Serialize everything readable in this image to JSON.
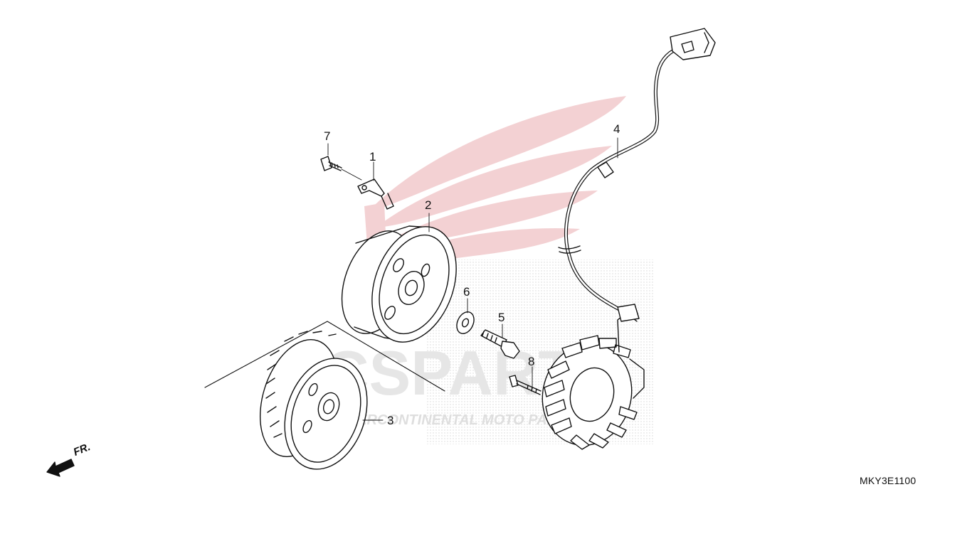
{
  "callouts": {
    "c1": "1",
    "c2": "2",
    "c3": "3",
    "c4": "4",
    "c5": "5",
    "c6": "6",
    "c7": "7",
    "c8": "8"
  },
  "diagram_code": "MKY3E1100",
  "front_indicator": "FR.",
  "watermark": {
    "logo_text": "CSPARTS",
    "tagline": "INTERCONTINENTAL MOTO PARTS",
    "color": "#e8bfc2"
  },
  "colors": {
    "line": "#111111",
    "background": "#ffffff",
    "watermark_red": "#f2c6c9",
    "watermark_grey": "#e2e2e2"
  }
}
